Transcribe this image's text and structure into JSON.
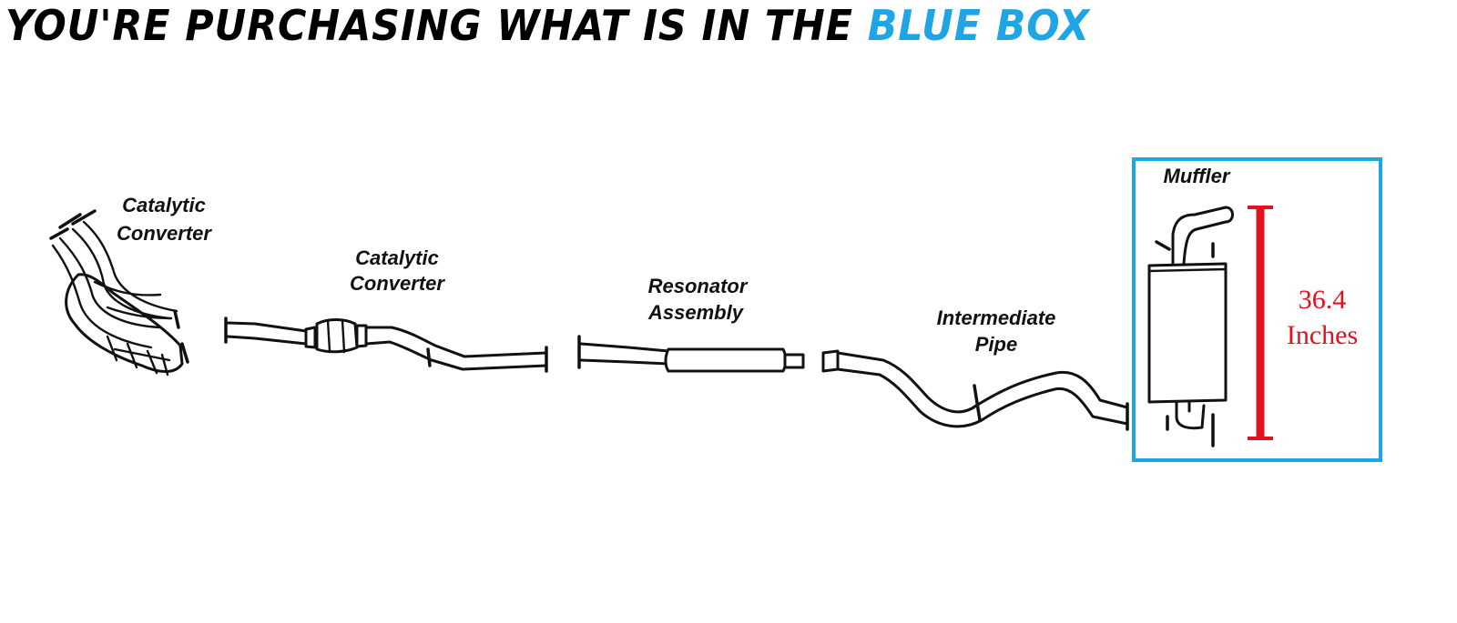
{
  "header": {
    "text": "YOU'RE PURCHASING WHAT IS IN THE",
    "accent_text": "BLUE BOX"
  },
  "colors": {
    "accent": "#1ea5e6",
    "box_border": "#1ea5e6",
    "measurement": "#e3101e",
    "line": "#111111"
  },
  "components": {
    "manifold_converter": {
      "line1": "Catalytic",
      "line2": "Converter"
    },
    "front_converter": {
      "line1": "Catalytic",
      "line2": "Converter"
    },
    "resonator": {
      "line1": "Resonator",
      "line2": "Assembly"
    },
    "intermediate_pipe": {
      "line1": "Intermediate",
      "line2": "Pipe"
    },
    "muffler": {
      "label": "Muffler"
    }
  },
  "measurement": {
    "value": "36.4",
    "unit": "Inches"
  }
}
